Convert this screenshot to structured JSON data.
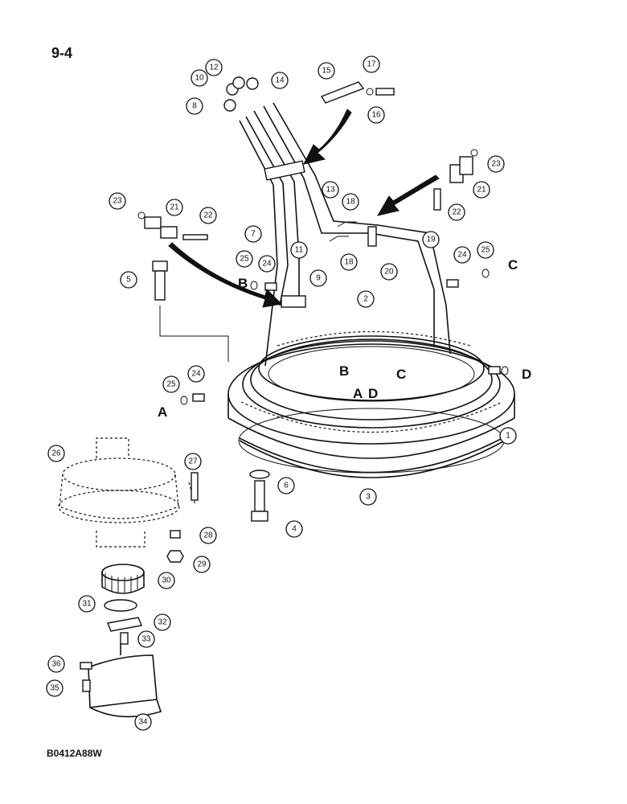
{
  "page_number": "9-4",
  "figure_code": "B0412A88W",
  "callouts": [
    "1",
    "2",
    "3",
    "4",
    "5",
    "6",
    "7",
    "8",
    "9",
    "10",
    "11",
    "12",
    "13",
    "14",
    "15",
    "16",
    "17",
    "18",
    "18",
    "19",
    "20",
    "21",
    "21",
    "22",
    "22",
    "23",
    "23",
    "24",
    "24",
    "24",
    "25",
    "25",
    "25",
    "26",
    "27",
    "28",
    "29",
    "30",
    "31",
    "32",
    "33",
    "34",
    "35",
    "36"
  ],
  "port_letters": [
    "A",
    "B",
    "C",
    "D",
    "B",
    "C",
    "A",
    "D"
  ]
}
